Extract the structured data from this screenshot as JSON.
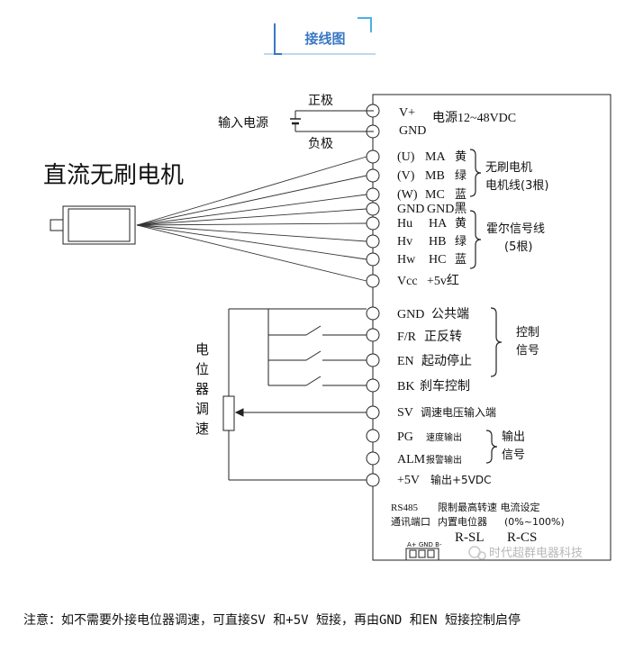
{
  "title": "接线图",
  "motor_label": "直流无刷电机",
  "power_input_label": "输入电源",
  "positive_label": "正极",
  "negative_label": "负极",
  "pot_label": [
    "电",
    "位",
    "器",
    "调",
    "速"
  ],
  "terminals": [
    {
      "id": "vplus",
      "label": "V+"
    },
    {
      "id": "gnd-power",
      "label": "GND"
    },
    {
      "id": "u",
      "label": "(U)",
      "label2": "MA",
      "color": "黄"
    },
    {
      "id": "v",
      "label": "(V)",
      "label2": "MB",
      "color": "绿"
    },
    {
      "id": "w",
      "label": "(W)",
      "label2": "MC",
      "color": "蓝"
    },
    {
      "id": "gnd-hall",
      "label": "GND",
      "label2": "GND黑"
    },
    {
      "id": "hu",
      "label": "Hu",
      "label2": "HA",
      "color": "黄"
    },
    {
      "id": "hv",
      "label": "Hv",
      "label2": "HB",
      "color": "绿"
    },
    {
      "id": "hw",
      "label": "Hw",
      "label2": "HC",
      "color": "蓝"
    },
    {
      "id": "vcc",
      "label": "Vcc",
      "label2": "+5v红"
    },
    {
      "id": "gnd-common",
      "label": "GND",
      "label2": "公共端"
    },
    {
      "id": "fr",
      "label": "F/R",
      "label2": "正反转"
    },
    {
      "id": "en",
      "label": "EN",
      "label2": "起动停止"
    },
    {
      "id": "bk",
      "label": "BK",
      "label2": "刹车控制"
    },
    {
      "id": "sv",
      "label": "SV",
      "label2": "调速电压输入端"
    },
    {
      "id": "pg",
      "label": "PG",
      "label2": "速度输出"
    },
    {
      "id": "alm",
      "label": "ALM",
      "label2": "报警输出"
    },
    {
      "id": "plus5v",
      "label": "+5V",
      "label2": "输出+5VDC"
    }
  ],
  "power_spec": "电源12~48VDC",
  "groups": {
    "motor_line": [
      "无刷电机",
      "电机线(3根)"
    ],
    "hall_line": [
      "霍尔信号线",
      "(5根)"
    ],
    "control": [
      "控制",
      "信号"
    ],
    "output": [
      "输出",
      "信号"
    ]
  },
  "bottom": {
    "rs485": "RS485",
    "comm_port": "通讯端口",
    "limit_desc": "限制最高转速 电流设定",
    "internal_pot": "内置电位器",
    "range": "(0%~100%)",
    "connector_pins": "A+ GND B-",
    "rsl": "R-SL",
    "rcs": "R-CS"
  },
  "watermark": "时代超群电器科技",
  "note": "注意：如不需要外接电位器调速，可直接SV 和+5V 短接，再由GND 和EN 短接控制启停"
}
